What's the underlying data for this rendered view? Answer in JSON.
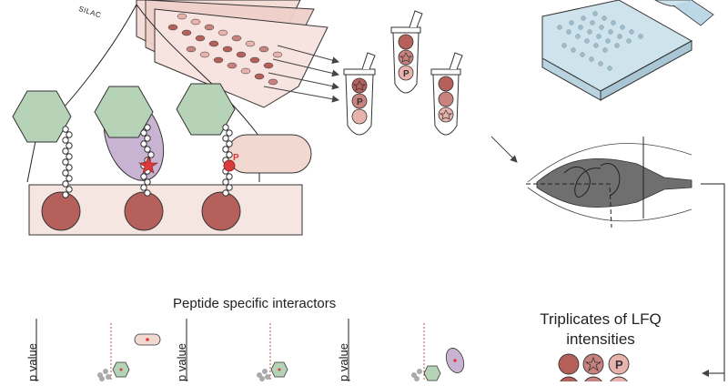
{
  "labels": {
    "silac": "SILAC",
    "peptide_title": "Peptide specific interactors",
    "lfq_title": "Triplicates of LFQ intensities",
    "y_axis_label": "p value",
    "phospho_mark": "P"
  },
  "icons": {
    "star": "star-icon",
    "phospho": "phospho-p-icon",
    "plain": "plain-bead-icon"
  },
  "colors": {
    "bead_dark": "#b5605a",
    "bead_mid": "#c9837e",
    "bead_light": "#e8b3ad",
    "hexagon": "#b7d3b7",
    "ellipse": "#c9b3d3",
    "capsule": "#f1d8d0",
    "resin": "#f6e6e2",
    "star_red": "#d93a3a",
    "plate_blue": "#cfe3ec"
  }
}
